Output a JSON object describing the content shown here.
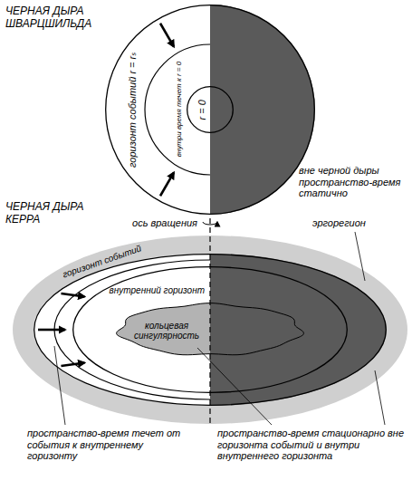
{
  "diagram": {
    "nodes": [
      {
        "text": [
          "горизонт событий r = rₛ",
          "внутри время течет к r = 0"
        ]
      },
      {
        "text": [
          "r = 0"
        ],
        "in": 0
      },
      {
        "text": [
          "горизонт событий"
        ]
      },
      {
        "text": [
          "внутренний горизонт"
        ],
        "in": 2
      },
      {
        "text": [
          "кольцевая сингулярность"
        ],
        "in": 3
      }
    ],
    "labels": [
      "ЧЕРНАЯ ДЫРА ШВАРЦШИЛЬДА",
      "вне черной дыры пространство-время статично",
      "ЧЕРНАЯ ДЫРА КЕРРА",
      "ось вращения",
      "эргорегион",
      "пространство-время течет от события к внутреннему горизонту",
      "пространство-время стационарно вне горизонта событий и внутри внутреннего горизонта"
    ]
  }
}
